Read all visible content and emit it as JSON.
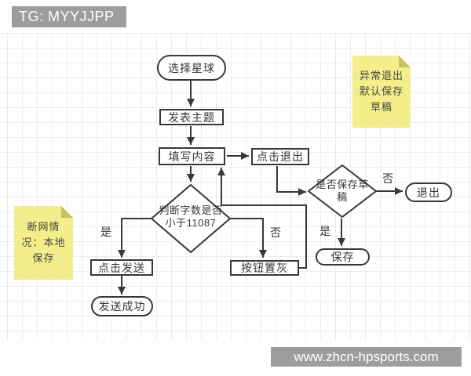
{
  "banners": {
    "top_left": "TG: MYYJJPP",
    "bottom_right": "www.zhcn-hpsports.com"
  },
  "notes": {
    "exception": {
      "lines": [
        "异常退出",
        "默认保存",
        "草稿"
      ]
    },
    "offline": {
      "lines": [
        "断网情",
        "况：本地",
        "保存"
      ]
    }
  },
  "flowchart": {
    "nodes": {
      "select_planet": "选择星球",
      "publish_topic": "发表主题",
      "fill_content": "填写内容",
      "click_exit": "点击退出",
      "word_count_decision": {
        "lines": [
          "判断字数是否",
          "小于11087"
        ]
      },
      "save_draft_decision": {
        "lines": [
          "是否保存草",
          "稿"
        ]
      },
      "exit": "退出",
      "save": "保存",
      "click_send": "点击发送",
      "send_success": "发送成功",
      "button_disabled": "按钮置灰"
    },
    "labels": {
      "yes_send": "是",
      "no_gray": "否",
      "yes_save": "是",
      "no_exit": "否"
    }
  },
  "colors": {
    "stroke": "#383838",
    "grid_line": "#ececec",
    "note_bg": "#f2ee8c",
    "note_fold": "#c6c05e",
    "banner_bg": "#9d9d9d"
  }
}
